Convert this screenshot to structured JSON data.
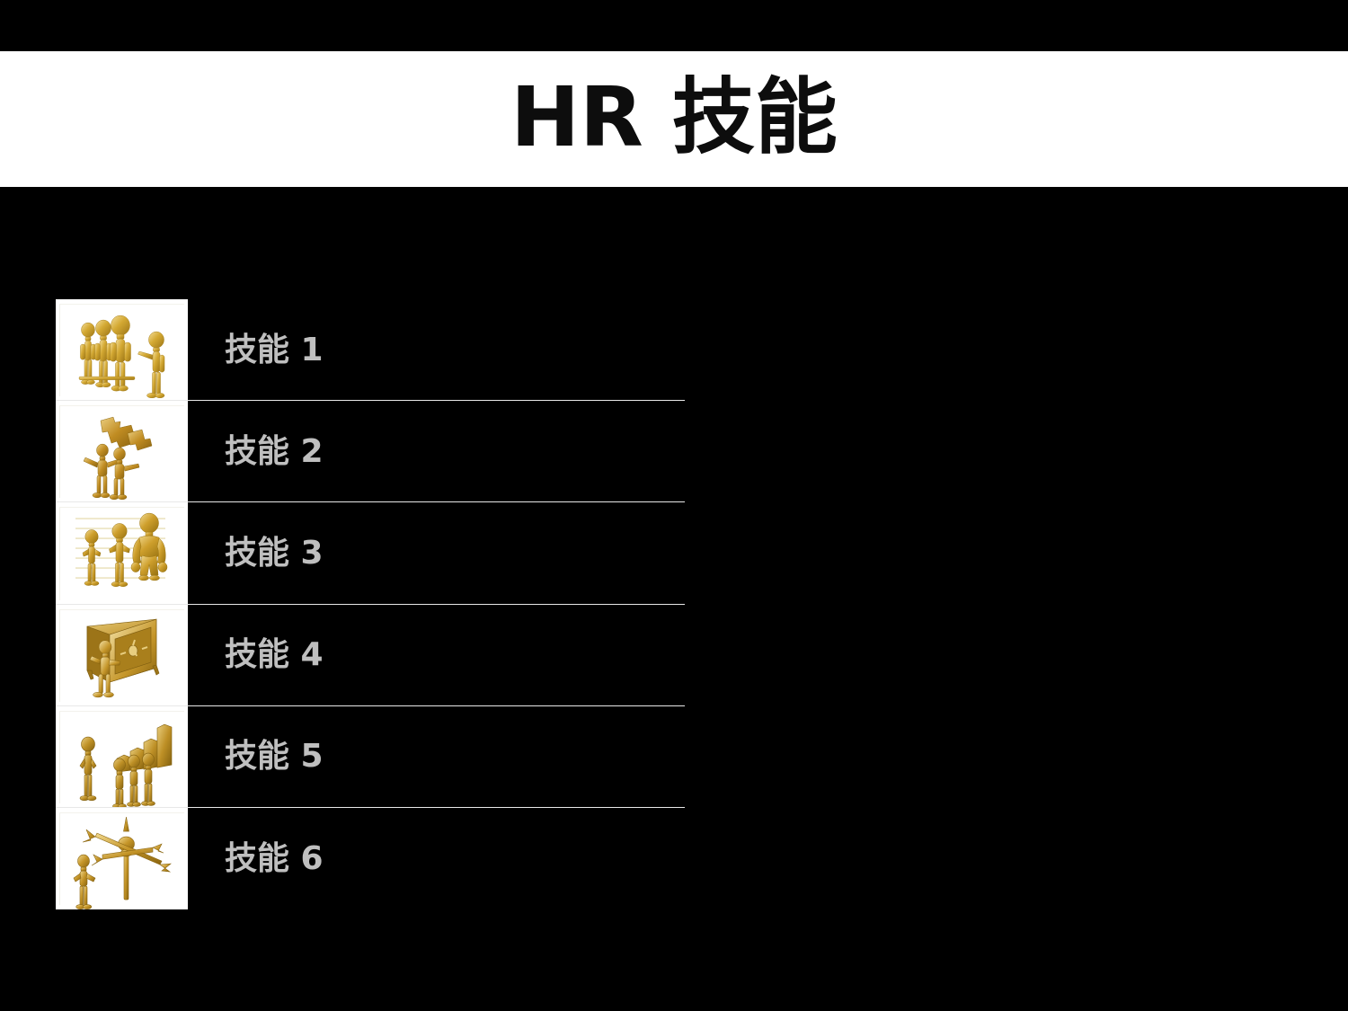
{
  "slide": {
    "background_color": "#000000",
    "banner_color": "#FFFFFF",
    "title_color": "#0D0D0D",
    "label_color": "#BFBFBF",
    "artwork_color": "#C9972A"
  },
  "header": {
    "title": "HR 技能"
  },
  "main": {
    "items": [
      {
        "label": "技能 1",
        "icon": "golden-figures-idea-lightbulb-icon"
      },
      {
        "label": "技能 2",
        "icon": "golden-figures-puzzle-pieces-icon"
      },
      {
        "label": "技能 3",
        "icon": "golden-figures-growth-strength-icon"
      },
      {
        "label": "技能 4",
        "icon": "golden-figure-safe-vault-icon"
      },
      {
        "label": "技能 5",
        "icon": "golden-figure-bar-chart-icon"
      },
      {
        "label": "技能 6",
        "icon": "golden-figure-weathervane-direction-icon"
      }
    ]
  }
}
